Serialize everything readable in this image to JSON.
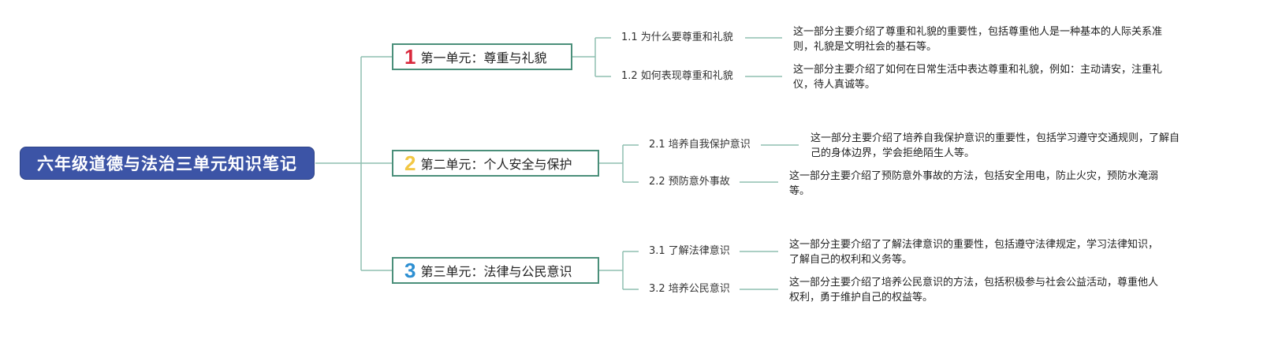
{
  "root": {
    "title": "六年级道德与法治三单元知识笔记",
    "color": "#3c54a6"
  },
  "units": [
    {
      "number": "1",
      "number_color": "#d9283c",
      "title": "第一单元：尊重与礼貌",
      "topics": [
        {
          "label": "1.1 为什么要尊重和礼貌",
          "description": "这一部分主要介绍了尊重和礼貌的重要性，包括尊重他人是一种基本的人际关系准则，礼貌是文明社会的基石等。"
        },
        {
          "label": "1.2 如何表现尊重和礼貌",
          "description": "这一部分主要介绍了如何在日常生活中表达尊重和礼貌，例如：主动请安，注重礼仪，待人真诚等。"
        }
      ]
    },
    {
      "number": "2",
      "number_color": "#f2c744",
      "title": "第二单元：个人安全与保护",
      "topics": [
        {
          "label": "2.1 培养自我保护意识",
          "description": "这一部分主要介绍了培养自我保护意识的重要性，包括学习遵守交通规则，了解自己的身体边界，学会拒绝陌生人等。"
        },
        {
          "label": "2.2 预防意外事故",
          "description": "这一部分主要介绍了预防意外事故的方法，包括安全用电，防止火灾，预防水淹溺等。"
        }
      ]
    },
    {
      "number": "3",
      "number_color": "#2d8fd2",
      "title": "第三单元：法律与公民意识",
      "topics": [
        {
          "label": "3.1 了解法律意识",
          "description": "这一部分主要介绍了了解法律意识的重要性，包括遵守法律规定，学习法律知识，了解自己的权利和义务等。"
        },
        {
          "label": "3.2 培养公民意识",
          "description": "这一部分主要介绍了培养公民意识的方法，包括积极参与社会公益活动，尊重他人权利，勇于维护自己的权益等。"
        }
      ]
    }
  ]
}
